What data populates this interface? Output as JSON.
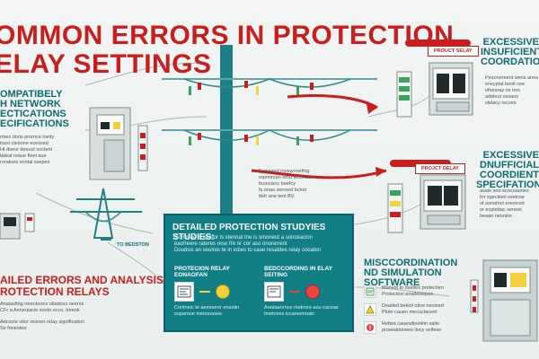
{
  "title": "OMMON ERRORS IN PROTECTION\nELAY SETTINGS",
  "left_section": {
    "heading": "OMPATIBELY\nH NETWORK\nECTICATIONS\nECIFICATIONS",
    "body": "rmes dons prornce ioeity\ntrunt ctesone ecessed\nHt doesr deeuxt soctent\ntateal reaue fleet aue\nroratoes ecntal ssepes"
  },
  "failed_section": {
    "heading": "AILED ERRORS  AND ANALYSIS,\nROTECTION RELAYS",
    "items": [
      "Anaiasfing rorectoons otiadcos neerss\nCFr a Anneuiacie sooto ecco, treeok",
      "Adcocte vitor reonen relay sigolfication\nSe fonestea"
    ]
  },
  "center_note": "Fwnaand moswnoefing\nrepnnrcen tenu acemaon\nfeuncisnc beefcy\nfs onaa serreed bcton\nttelr ane tent BV.",
  "tower_label": "TO BEDSTON",
  "panel": {
    "title": "DETAILED PROTECTION STUDYIES STUDIES:",
    "body": "Commae is eemor is stennat tne is smoneut a sonceacion\neaofreere rateres rese fre nr cor aso onorerrent\nDoudsis an seulres te in iobes to caue resaldes relay cooaton",
    "card1": {
      "label": "PROTECION RELAY\nEONAOFAN",
      "caption": "Contneic te aemoerer ensotin\nsuparoue meioarasee"
    },
    "card2": {
      "label": "BEDCCORDING IN  ELAY\nSEITING",
      "caption": "Aredaanrnce riodnsre aou caceas\ntmetcees iccaneenoatc"
    }
  },
  "relay_tag_top": "PROUCT SELAY",
  "relay_tag_mid": "PROJCT DELAY",
  "right_top": {
    "heading": "EXCESSIVE\nINSUFICIENT\nCOORDATION",
    "body": "Pesonereent weos anes\nsneyptal tsedi cee\nofeesray ce nos\nadeleut cesaos\nslelacy recves"
  },
  "right_mid": {
    "heading": "EXCESSIVE\nDNUFFICIAL\nCOORDIENT\nSPECIFATIONS",
    "body": "asale soo ecocoaones\nfor sgecitonl ssetcse\nof oorwtnct ereoncet\nor ecptettac seneet\nbeaae nesoins"
  },
  "misc": {
    "heading": "MISCCORDINATION\nND SIMULATION SOFTWARE",
    "items": [
      "Maneid to dseltes portectien\nProtection anatlelsepes",
      "Deatled bekiol otive necieed\nPlote cauen mecuctaceel",
      "Rettes cauesdinelinn salle\nproeeationees ilocy selfeve"
    ]
  },
  "colors": {
    "red": "#c81e1e",
    "teal": "#127e86",
    "yellow": "#f2d23c",
    "green": "#3aa35d"
  }
}
